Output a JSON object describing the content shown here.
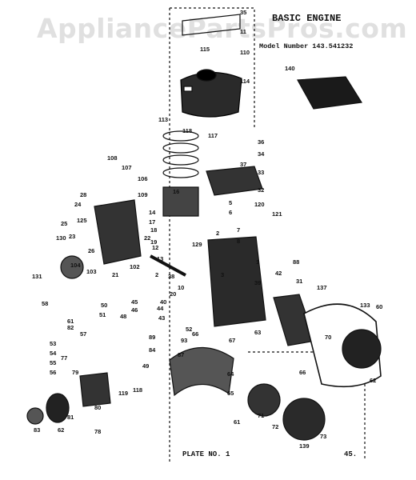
{
  "watermark": "AppliancePartsPros.com",
  "title": "BASIC ENGINE",
  "model": "Model Number 143.541232",
  "plate": "PLATE NO. 1",
  "page_ref": "45.",
  "part_labels": [
    "35",
    "11",
    "110",
    "115",
    "114",
    "140",
    "113",
    "118",
    "117",
    "36",
    "34",
    "37",
    "33",
    "32",
    "108",
    "107",
    "106",
    "109",
    "28",
    "24",
    "14",
    "16",
    "17",
    "18",
    "19",
    "5",
    "6",
    "7",
    "8",
    "120",
    "121",
    "125",
    "23",
    "26",
    "25",
    "130",
    "104",
    "103",
    "131",
    "22",
    "12",
    "13",
    "129",
    "2",
    "1",
    "3",
    "42",
    "39",
    "88",
    "102",
    "2",
    "21",
    "38",
    "10",
    "20",
    "44",
    "40",
    "46",
    "45",
    "48",
    "43",
    "58",
    "61",
    "82",
    "50",
    "51",
    "53",
    "54",
    "55",
    "56",
    "57",
    "52",
    "93",
    "87",
    "84",
    "89",
    "77",
    "79",
    "80",
    "81",
    "78",
    "62",
    "83",
    "49",
    "119",
    "118",
    "64",
    "65",
    "66",
    "67",
    "63",
    "31",
    "137",
    "70",
    "66",
    "133",
    "60",
    "62",
    "61",
    "71",
    "72",
    "73",
    "139"
  ]
}
